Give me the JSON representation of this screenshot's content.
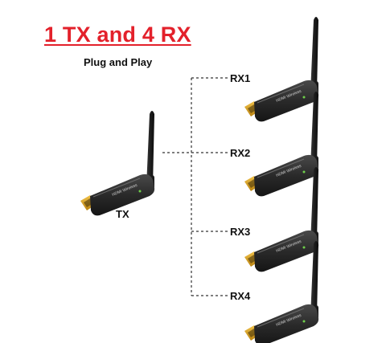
{
  "title": "1 TX and 4 RX",
  "subtitle": "Plug and Play",
  "transmitter": {
    "label": "TX",
    "body_text": "HDMI Wireless"
  },
  "receivers": [
    {
      "label": "RX1",
      "body_text": "HDMI Wireless"
    },
    {
      "label": "RX2",
      "body_text": "HDMI Wireless"
    },
    {
      "label": "RX3",
      "body_text": "HDMI Wireless"
    },
    {
      "label": "RX4",
      "body_text": "HDMI Wireless"
    }
  ],
  "colors": {
    "title": "#e3212b",
    "device_body": "#2a2a2a",
    "connector": "#d9a21b",
    "line": "#333333"
  }
}
